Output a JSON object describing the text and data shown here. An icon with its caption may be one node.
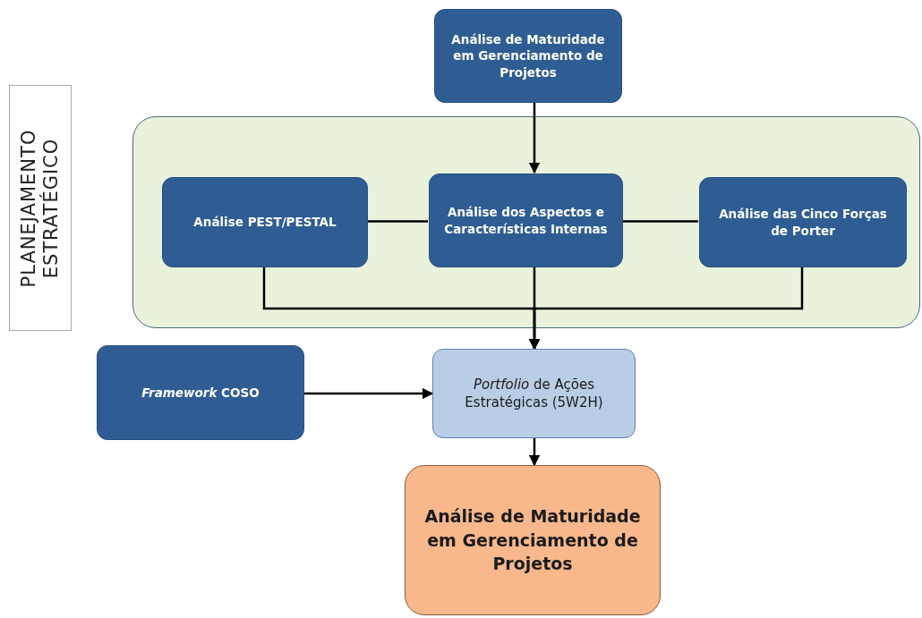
{
  "diagram": {
    "nodes": [
      {
        "text": [
          "Análise de Maturidade em Gerenciamento de Projetos"
        ]
      },
      {
        "text": [
          "PLANEJAMENTO ESTRATÉGICO"
        ]
      },
      {
        "text": [],
        "shape": "box"
      },
      {
        "text": [
          "Análise PEST/PESTAL"
        ],
        "in": 2
      },
      {
        "text": [
          "Análise dos Aspectos e Características Internas"
        ],
        "in": 2
      },
      {
        "text": [
          "Análise das Cinco Forças de Porter"
        ],
        "in": 2
      },
      {
        "text": [
          "*Framework* COSO"
        ]
      },
      {
        "text": [
          "*Portfolio* de Ações Estratégicas (5W2H)"
        ]
      },
      {
        "text": [
          "Análise de Maturidade em Gerenciamento de Projetos"
        ]
      }
    ],
    "edges": [
      {
        "from": 0,
        "to": 4,
        "arrow": "to"
      },
      {
        "from": 3,
        "to": 4,
        "arrow": "none"
      },
      {
        "from": 4,
        "to": 5,
        "arrow": "none"
      },
      {
        "from": 3,
        "to": 7,
        "arrow": "to"
      },
      {
        "from": 4,
        "to": 7,
        "arrow": "to"
      },
      {
        "from": 5,
        "to": 7,
        "arrow": "to"
      },
      {
        "from": 6,
        "to": 7,
        "arrow": "to"
      },
      {
        "from": 7,
        "to": 8,
        "arrow": "to"
      }
    ]
  }
}
